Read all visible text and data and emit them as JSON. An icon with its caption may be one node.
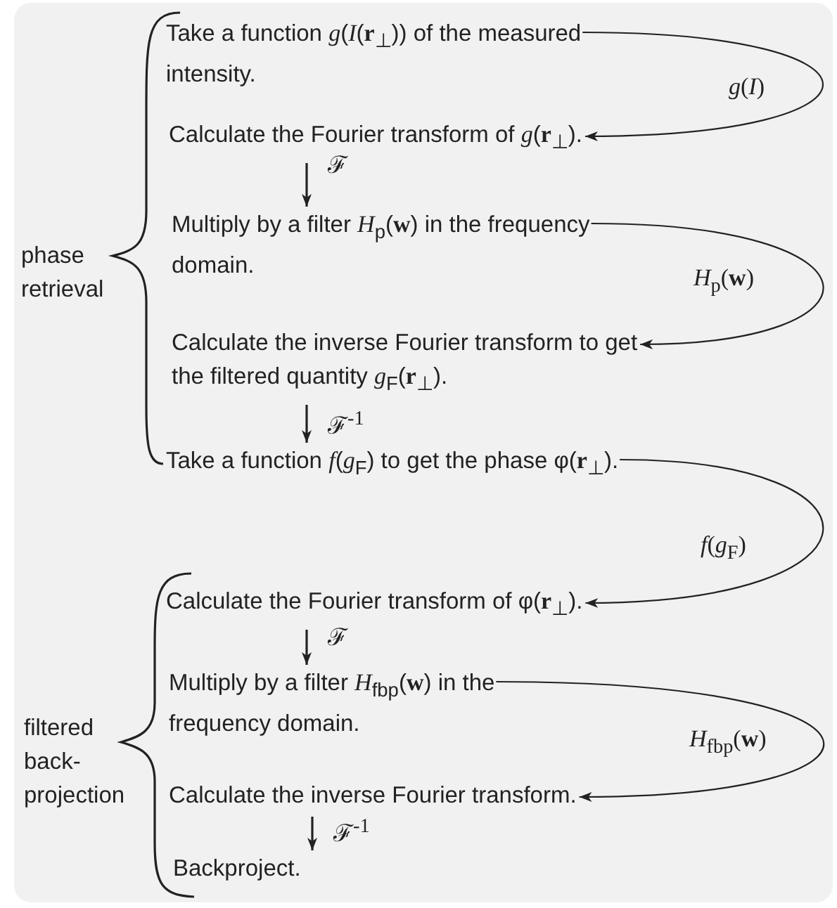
{
  "diagram": {
    "nodes": [
      {
        "text": [
          "Take a function *g*(*I*(**r**$_{⊥}$)) of the measured intensity."
        ]
      },
      {
        "text": [
          "Calculate the Fourier transform of *g*(**r**$_{⊥}$)."
        ]
      },
      {
        "text": [
          "Multiply by a filter *H*$_{p}$(**w**) in the frequency domain."
        ]
      },
      {
        "text": [
          "Calculate the inverse Fourier transform to get the filtered quantity *g*$_{F}$(**r**$_{⊥}$)."
        ]
      },
      {
        "text": [
          "Take a function *f*(*g*$_{F}$) to get the phase φ(**r**$_{⊥}$)."
        ]
      },
      {
        "text": [
          "Calculate the Fourier transform of φ(**r**$_{⊥}$)."
        ]
      },
      {
        "text": [
          "Multiply by a filter *H*$_{fbp}$(**w**) in the frequency domain."
        ]
      },
      {
        "text": [
          "Calculate the inverse Fourier transform."
        ]
      },
      {
        "text": [
          "Backproject."
        ]
      }
    ],
    "edges": [
      {
        "from": 0,
        "to": 1,
        "arrow": "to",
        "label": "*g*(*I*)"
      },
      {
        "from": 1,
        "to": 2,
        "arrow": "to",
        "label": "ℱ"
      },
      {
        "from": 2,
        "to": 3,
        "arrow": "to",
        "label": "*H*$_{p}$(**w**)"
      },
      {
        "from": 3,
        "to": 4,
        "arrow": "to",
        "label": "ℱ$^{-1}$"
      },
      {
        "from": 4,
        "to": 5,
        "arrow": "to",
        "label": "*f*(*g*$_{F}$)"
      },
      {
        "from": 5,
        "to": 6,
        "arrow": "to",
        "label": "ℱ"
      },
      {
        "from": 6,
        "to": 7,
        "arrow": "to",
        "label": "*H*$_{fbp}$(**w**)"
      },
      {
        "from": 7,
        "to": 8,
        "arrow": "to",
        "label": "ℱ$^{-1}$"
      }
    ],
    "labels": [
      "phase retrieval",
      "filtered back-projection"
    ]
  }
}
